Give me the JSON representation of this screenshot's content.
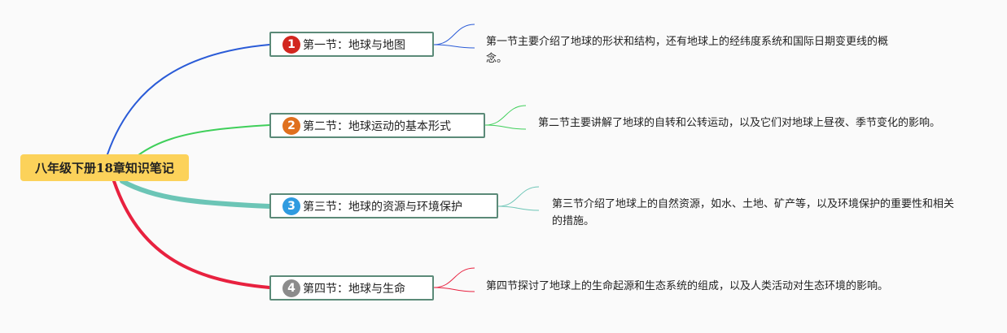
{
  "root": {
    "label": "八年级下册18章知识笔记"
  },
  "topics": [
    {
      "number": "1",
      "label": "第一节：地球与地图",
      "color": "#2a5bd7",
      "badge_color": "#d2261f",
      "description": "第一节主要介绍了地球的形状和结构，还有地球上的经纬度系统和国际日期变更线的概念。"
    },
    {
      "number": "2",
      "label": "第二节：地球运动的基本形式",
      "color": "#3fcf5a",
      "badge_color": "#e0701e",
      "description": "第二节主要讲解了地球的自转和公转运动，以及它们对地球上昼夜、季节变化的影响。"
    },
    {
      "number": "3",
      "label": "第三节：地球的资源与环境保护",
      "color": "#6cc5b6",
      "badge_color": "#2f9be0",
      "description": "第三节介绍了地球上的自然资源，如水、土地、矿产等，以及环境保护的重要性和相关的措施。"
    },
    {
      "number": "4",
      "label": "第四节：地球与生命",
      "color": "#e8213f",
      "badge_color": "#8c8c8c",
      "description": "第四节探讨了地球上的生命起源和生态系统的组成，以及人类活动对生态环境的影响。"
    }
  ]
}
